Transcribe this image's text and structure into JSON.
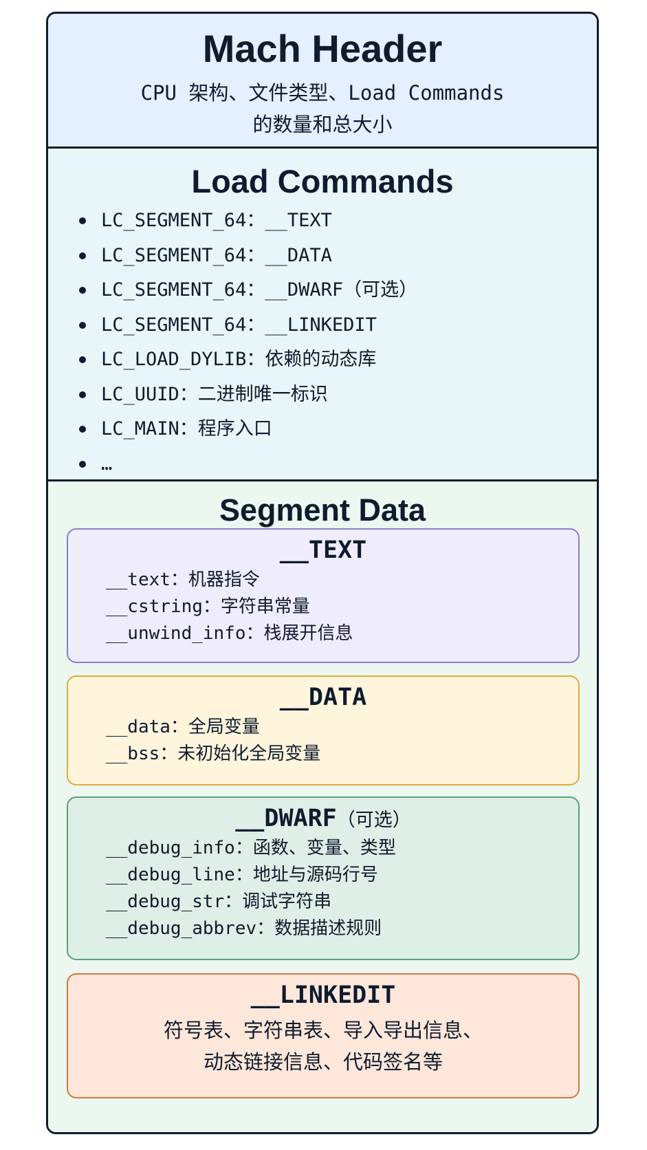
{
  "mach_header": {
    "title": "Mach Header",
    "desc_line1": "CPU 架构、文件类型、Load Commands",
    "desc_line2": "的数量和总大小"
  },
  "load_commands": {
    "title": "Load Commands",
    "items": [
      "LC_SEGMENT_64：__TEXT",
      "LC_SEGMENT_64：__DATA",
      "LC_SEGMENT_64：__DWARF（可选）",
      "LC_SEGMENT_64：__LINKEDIT",
      "LC_LOAD_DYLIB：依赖的动态库",
      "LC_UUID：二进制唯一标识",
      "LC_MAIN：程序入口",
      "…"
    ]
  },
  "segment_data": {
    "title": "Segment Data",
    "text_segment": {
      "title": "__TEXT",
      "lines": [
        "__text：机器指令",
        "__cstring：字符串常量",
        "__unwind_info：栈展开信息"
      ]
    },
    "data_segment": {
      "title": "__DATA",
      "lines": [
        "__data：全局变量",
        "__bss：未初始化全局变量"
      ]
    },
    "dwarf_segment": {
      "title": "__DWARF",
      "note": "（可选）",
      "lines": [
        "__debug_info：函数、变量、类型",
        "__debug_line：地址与源码行号",
        "__debug_str：调试字符串",
        "__debug_abbrev：数据描述规则"
      ]
    },
    "linkedit_segment": {
      "title": "__LINKEDIT",
      "desc_line1": "符号表、字符串表、导入导出信息、",
      "desc_line2": "动态链接信息、代码签名等"
    }
  },
  "colors": {
    "outline": "#0f1b2e",
    "mach_header_bg": "#e4efff",
    "load_commands_bg": "#e6f6f9",
    "segment_data_bg": "#ebf7ef",
    "text_box_bg": "#efedfc",
    "text_box_border": "#8a7fcb",
    "data_box_bg": "#fff5dd",
    "data_box_border": "#e0aa3a",
    "dwarf_box_bg": "#ddefe6",
    "dwarf_box_border": "#5f9d7d",
    "linkedit_box_bg": "#fde7da",
    "linkedit_box_border": "#d2773f"
  }
}
